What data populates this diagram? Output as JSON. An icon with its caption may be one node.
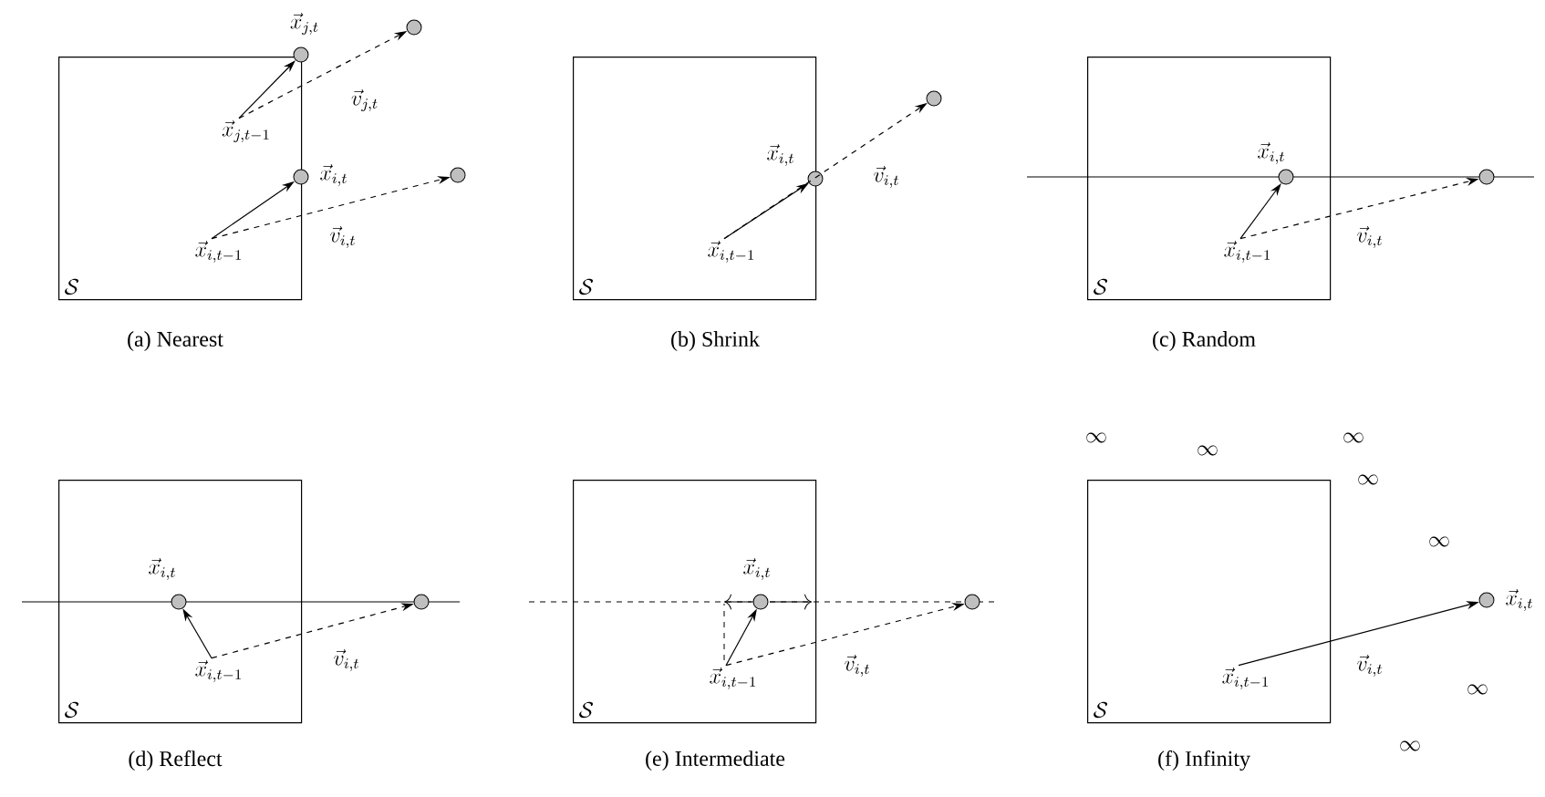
{
  "diagram": {
    "nodes": [
      {
        "text": [
          "\\mathcal{S}"
        ]
      },
      {
        "text": [
          "\\vec{x}_{j,t-1}"
        ],
        "in": 0
      },
      {
        "text": [],
        "shape": "circle",
        "beside": [
          "\\vec{x}_{j,t}"
        ]
      },
      {
        "text": [],
        "shape": "circle"
      },
      {
        "text": [
          "\\vec{x}_{i,t-1}"
        ],
        "in": 0
      },
      {
        "text": [],
        "shape": "circle",
        "beside": [
          "\\vec{x}_{i,t}"
        ]
      },
      {
        "text": [],
        "shape": "circle"
      },
      {
        "text": [
          "\\mathcal{S}"
        ]
      },
      {
        "text": [
          "\\vec{x}_{i,t-1}"
        ],
        "in": 7
      },
      {
        "text": [],
        "shape": "circle",
        "beside": [
          "\\vec{x}_{i,t}"
        ]
      },
      {
        "text": [],
        "shape": "circle"
      },
      {
        "text": [
          "\\mathcal{S}"
        ]
      },
      {
        "text": [
          "\\vec{x}_{i,t-1}"
        ],
        "in": 11
      },
      {
        "text": [],
        "shape": "circle",
        "beside": [
          "\\vec{x}_{i,t}"
        ],
        "in": 11
      },
      {
        "text": [],
        "shape": "circle"
      },
      {
        "text": [
          "\\mathcal{S}"
        ]
      },
      {
        "text": [
          "\\vec{x}_{i,t-1}"
        ],
        "in": 15
      },
      {
        "text": [],
        "shape": "circle",
        "beside": [
          "\\vec{x}_{i,t}"
        ],
        "in": 15
      },
      {
        "text": [],
        "shape": "circle"
      },
      {
        "text": [
          "\\mathcal{S}"
        ]
      },
      {
        "text": [
          "\\vec{x}_{i,t-1}"
        ],
        "in": 19
      },
      {
        "text": [],
        "shape": "circle",
        "beside": [
          "\\vec{x}_{i,t}"
        ],
        "in": 19
      },
      {
        "text": [],
        "shape": "circle"
      },
      {
        "text": [
          "\\mathcal{S}"
        ]
      },
      {
        "text": [
          "\\vec{x}_{i,t-1}"
        ],
        "in": 23
      },
      {
        "text": [],
        "shape": "circle",
        "beside": [
          "\\vec{x}_{i,t}"
        ]
      }
    ],
    "edges": [
      {
        "from": 1,
        "to": 2,
        "arrow": "to"
      },
      {
        "from": 1,
        "to": 3,
        "arrow": "to",
        "style": "dashed",
        "label": "\\vec{v}_{j,t}"
      },
      {
        "from": 4,
        "to": 5,
        "arrow": "to"
      },
      {
        "from": 4,
        "to": 6,
        "arrow": "to",
        "style": "dashed",
        "label": "\\vec{v}_{i,t}"
      },
      {
        "from": 8,
        "to": 9,
        "arrow": "to"
      },
      {
        "from": 8,
        "to": 10,
        "arrow": "to",
        "style": "dashed",
        "label": "\\vec{v}_{i,t}"
      },
      {
        "from": 12,
        "to": 13,
        "arrow": "to"
      },
      {
        "from": 12,
        "to": 14,
        "arrow": "to",
        "style": "dashed",
        "label": "\\vec{v}_{i,t}"
      },
      {
        "from": 16,
        "to": 17,
        "arrow": "to"
      },
      {
        "from": 16,
        "to": 18,
        "arrow": "to",
        "style": "dashed",
        "label": "\\vec{v}_{i,t}"
      },
      {
        "from": 20,
        "to": 21,
        "arrow": "to"
      },
      {
        "from": 20,
        "to": 22,
        "arrow": "to",
        "style": "dashed",
        "label": "\\vec{v}_{i,t}"
      },
      {
        "from": 24,
        "to": 25,
        "arrow": "to",
        "label": "\\vec{v}_{i,t}"
      }
    ],
    "labels": [
      "(a) Nearest",
      "(b) Shrink",
      "(c) Random",
      "(d) Reflect",
      "(e) Intermediate",
      "(f) Infinity",
      "\\infty",
      "\\infty",
      "\\infty",
      "\\infty",
      "\\infty",
      "\\infty",
      "\\infty"
    ]
  }
}
